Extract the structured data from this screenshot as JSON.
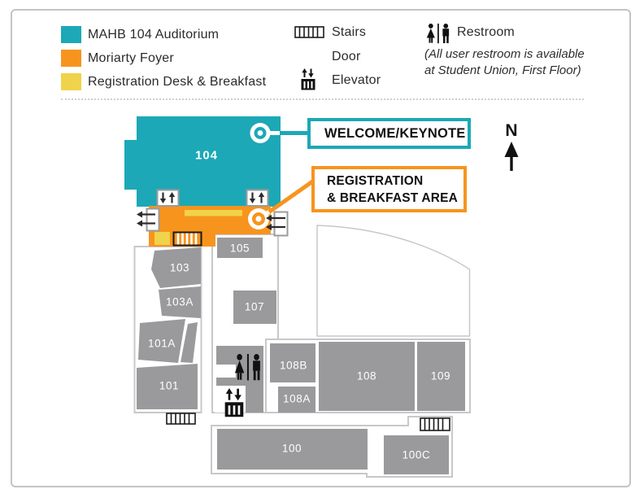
{
  "legend": {
    "areas": [
      {
        "name": "auditorium",
        "label": "MAHB 104 Auditorium",
        "color": "#1CA8B7"
      },
      {
        "name": "foyer",
        "label": "Moriarty Foyer",
        "color": "#F7941E"
      },
      {
        "name": "registration",
        "label": "Registration Desk & Breakfast",
        "color": "#EFD34A"
      }
    ],
    "symbols": [
      {
        "name": "stairs",
        "label": "Stairs"
      },
      {
        "name": "door",
        "label": "Door"
      },
      {
        "name": "elevator",
        "label": "Elevator"
      }
    ],
    "restroom": {
      "label": "Restroom",
      "note_line1": "(All user restroom is available",
      "note_line2": "at Student Union, First Floor)"
    }
  },
  "callouts": {
    "welcome": {
      "label": "WELCOME/KEYNOTE",
      "accent": "#1CA8B7"
    },
    "registration": {
      "line1": "REGISTRATION",
      "line2": "& BREAKFAST AREA",
      "accent": "#F7941E"
    }
  },
  "compass": {
    "label": "N"
  },
  "rooms": {
    "r104": {
      "label": "104"
    },
    "r103": {
      "label": "103"
    },
    "r103a": {
      "label": "103A"
    },
    "r101a": {
      "label": "101A"
    },
    "r101": {
      "label": "101"
    },
    "r105": {
      "label": "105"
    },
    "r107": {
      "label": "107"
    },
    "r108b": {
      "label": "108B"
    },
    "r108a": {
      "label": "108A"
    },
    "r108": {
      "label": "108"
    },
    "r109": {
      "label": "109"
    },
    "r100": {
      "label": "100"
    },
    "r100c": {
      "label": "100C"
    }
  },
  "colors": {
    "auditorium_teal": "#1CA8B7",
    "foyer_orange": "#F7941E",
    "registration_yellow": "#EFD34A",
    "room_gray": "#9A9A9C",
    "outline_gray": "#C8C8C8",
    "text_dark": "#2B2B2B"
  }
}
